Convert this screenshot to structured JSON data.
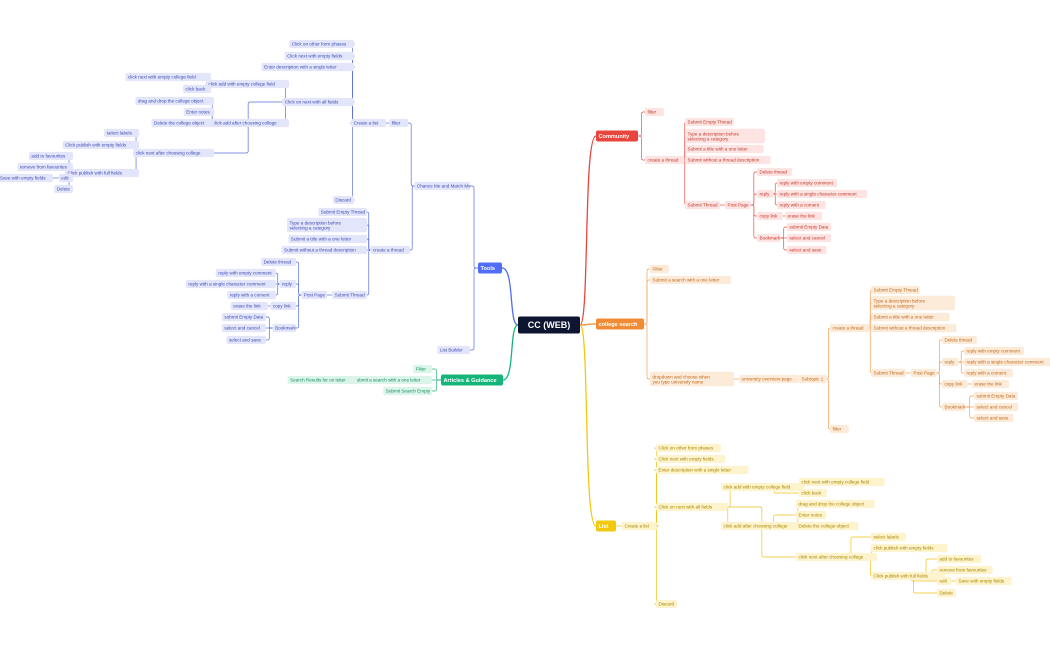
{
  "title": "CC (WEB)",
  "themes": {
    "tools": {
      "fill": "#e3e6fb",
      "text": "#3b4bb0",
      "line": "#5a6fe0",
      "head": "#4f6df5"
    },
    "community": {
      "fill": "#fde3e1",
      "text": "#c0392b",
      "line": "#e8534a",
      "head": "#e8453c"
    },
    "college": {
      "fill": "#fdebd9",
      "text": "#c0661b",
      "line": "#f0a055",
      "head": "#f08c35"
    },
    "articles": {
      "fill": "#dcf5ea",
      "text": "#168a5e",
      "line": "#2cb87f",
      "head": "#15b57a"
    },
    "list": {
      "fill": "#fdf3cc",
      "text": "#a88500",
      "line": "#f0c419",
      "head": "#f2c811"
    }
  },
  "branches": {
    "tools": {
      "label": "Tools",
      "chance": {
        "label": "Chance Me and Match Me",
        "filter": {
          "label": "filter",
          "create_list": {
            "label": "Create a list",
            "items": [
              "Click on other form phases",
              "Click next with empty fields",
              "Enter description with a single letter"
            ],
            "next_all": {
              "label": "Click on next with all fields",
              "add_empty": {
                "label": "click add with empty college field",
                "items": [
                  "click next with empty college field",
                  "click back"
                ]
              },
              "add_after": {
                "label": "click add after choosing college",
                "items": [
                  "drag and drop the college object",
                  "Enter notes",
                  "Delete the college object"
                ]
              },
              "next_after": {
                "label": "click next after choosing college",
                "items": [
                  "select labels",
                  "Click publish with empty fields"
                ],
                "publish_full": {
                  "label": "Click publish with full fields",
                  "items": [
                    "add to favourites",
                    "remove from favourites",
                    "Delete"
                  ],
                  "edit": {
                    "label": "edit",
                    "items": [
                      "Save with empty fields"
                    ]
                  }
                }
              }
            },
            "discard": "Discard"
          }
        },
        "create_thread": {
          "label": "create a thread",
          "items": [
            "Submit Empty Thread",
            "Type a description before selecting a category",
            "Submit a title with a one letter",
            "Submit without a thread description"
          ],
          "submit_thread": {
            "label": "Submit Thread",
            "post_page": {
              "label": "Post Page",
              "delete": "Delete thread",
              "reply": {
                "label": "reply",
                "items": [
                  "reply with empty comment",
                  "reply with a single character comment",
                  "reply with a coment"
                ]
              },
              "copy_link": {
                "label": "copy link",
                "items": [
                  "erase the link"
                ]
              },
              "bookmark": {
                "label": "Bookmark",
                "items": [
                  "submit Empty Data",
                  "select and cancel",
                  "select and save"
                ]
              }
            }
          }
        }
      },
      "list_builder": "List Builder"
    },
    "community": {
      "label": "Community",
      "filter": "filter",
      "create_thread": {
        "label": "create a thread",
        "items": [
          "Submit Empty Thread",
          "Type a description before selecting a category",
          "Submit a title with a one letter",
          "Submit without a thread description"
        ],
        "submit_thread": {
          "label": "Submit Thread",
          "post_page": {
            "label": "Post Page",
            "delete": "Delete thread",
            "reply": {
              "label": "reply",
              "items": [
                "reply with empty comment",
                "reply with a single character comment",
                "reply with a coment"
              ]
            },
            "copy_link": {
              "label": "copy link",
              "items": [
                "erase the link"
              ]
            },
            "bookmark": {
              "label": "Bookmark",
              "items": [
                "submit Empty Data",
                "select and cancel",
                "select and save"
              ]
            }
          }
        }
      }
    },
    "college": {
      "label": "college search",
      "items": [
        "Filter",
        "Submit a search with a one letter"
      ],
      "dropdown": {
        "label": "dropdown and choose when you type university name",
        "overview": {
          "label": "university overview page",
          "subtopic": {
            "label": "Subtopic 1",
            "create_thread": {
              "label": "create a thread",
              "items": [
                "Submit Empty Thread",
                "Type a description before selecting a category",
                "Submit a title with a one letter",
                "Submit without a thread description"
              ],
              "submit_thread": {
                "label": "Submit Thread",
                "post_page": {
                  "label": "Post Page",
                  "delete": "Delete thread",
                  "reply": {
                    "label": "reply",
                    "items": [
                      "reply with empty comment",
                      "reply with a single character comment",
                      "reply with a coment"
                    ]
                  },
                  "copy_link": {
                    "label": "copy link",
                    "items": [
                      "erase the link"
                    ]
                  },
                  "bookmark": {
                    "label": "Bookmark",
                    "items": [
                      "submit Empty Data",
                      "select and cancel",
                      "select and save"
                    ]
                  }
                }
              }
            },
            "filter": "filter"
          }
        }
      }
    },
    "articles": {
      "label": "Articles & Guidance",
      "filter": "Filter",
      "search": {
        "label": "Submit a search with a one letter",
        "items": [
          "Search Results for on letter"
        ]
      },
      "empty": "Submit Search Empty"
    },
    "list": {
      "label": "List",
      "create_list": {
        "label": "Create a list",
        "items": [
          "Click on other form phases",
          "Click next with empty fields",
          "Enter description with a single letter"
        ],
        "next_all": {
          "label": "Click on next with all fields",
          "add_empty": {
            "label": "click add with empty college field",
            "items": [
              "click next with empty college field",
              "click back"
            ]
          },
          "add_after": {
            "label": "click add after choosing college",
            "items": [
              "drag and drop the college object",
              "Enter notes",
              "Delete the college object"
            ]
          },
          "next_after": {
            "label": "click next after choosing college",
            "items": [
              "select labels",
              "click publish with empty fields"
            ],
            "publish_full": {
              "label": "Click publish with full fields",
              "items": [
                "add to favourites",
                "remove from favourites",
                "Delete"
              ],
              "edit": {
                "label": "edit",
                "items": [
                  "Save with empty fields"
                ]
              }
            }
          }
        },
        "discard": "Discard"
      }
    }
  }
}
